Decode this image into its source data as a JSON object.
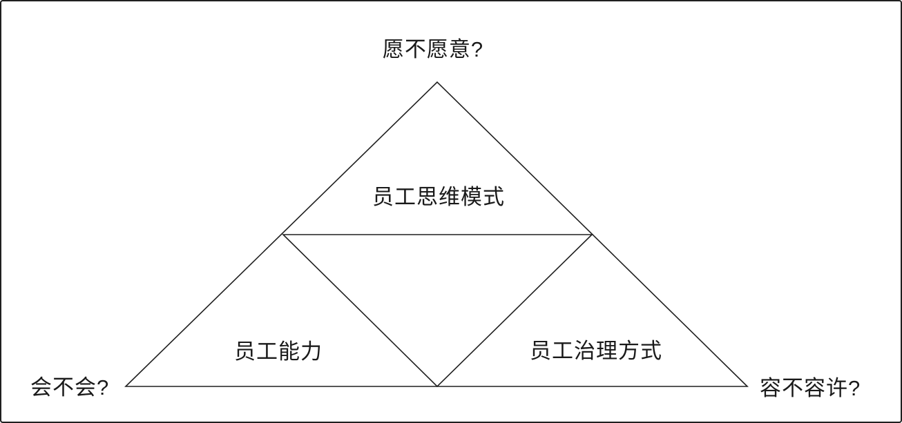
{
  "diagram": {
    "title_question_top": "愿不愿意?",
    "question_left": "会不会?",
    "question_right": "容不容许?",
    "sections": {
      "top": "员工思维模式",
      "left": "员工能力",
      "right": "员工治理方式"
    },
    "colors": {
      "line": "#1f1f1f",
      "text": "#1a1a1a",
      "background": "#ffffff"
    }
  }
}
